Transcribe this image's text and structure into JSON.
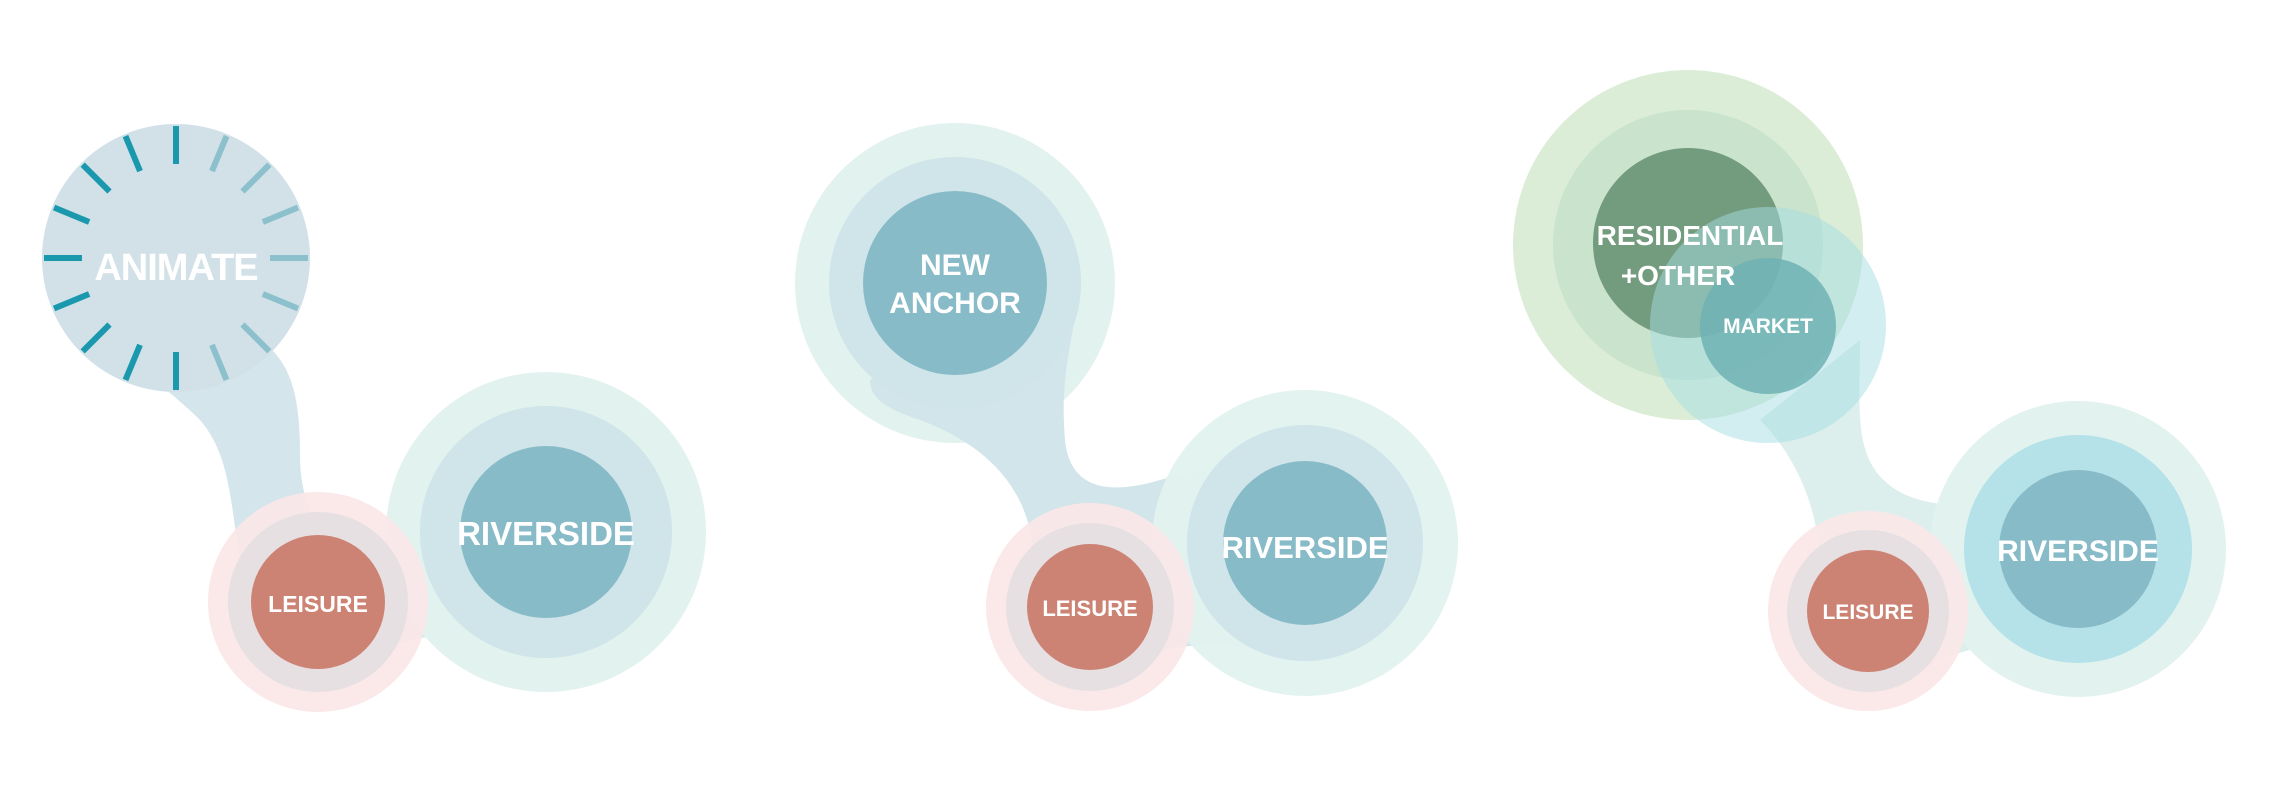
{
  "colors": {
    "connector": "#d2e5ea",
    "halo_teal": "#e2f2ef",
    "halo_blue": "#cfe5ea",
    "core_blue": "#88bbc8",
    "leisure_halo": "#fbe7e8",
    "leisure_ring": "#e3dfe2",
    "leisure_core": "#cc8374",
    "animate_burst": "#1a98ad",
    "animate_burst_light": "#8cc0cc",
    "green_halo": "#dbedd6",
    "green_ring": "#c9e3cd",
    "green_core": "#739b7d",
    "market_halo": "#a6dde4",
    "market_core": "#6fb1b4",
    "riverside_glow": "#a8dfe6"
  },
  "diagrams": [
    {
      "id": "animate",
      "top_label": "ANIMATE",
      "riverside_label": "RIVERSIDE",
      "leisure_label": "LEISURE"
    },
    {
      "id": "new-anchor",
      "top_label_line1": "NEW",
      "top_label_line2": "ANCHOR",
      "riverside_label": "RIVERSIDE",
      "leisure_label": "LEISURE"
    },
    {
      "id": "residential",
      "top_label_line1": "RESIDENTIAL",
      "top_label_line2": "+OTHER",
      "market_label": "MARKET",
      "riverside_label": "RIVERSIDE",
      "leisure_label": "LEISURE"
    }
  ],
  "icons": [
    "animate-burst-icon"
  ]
}
